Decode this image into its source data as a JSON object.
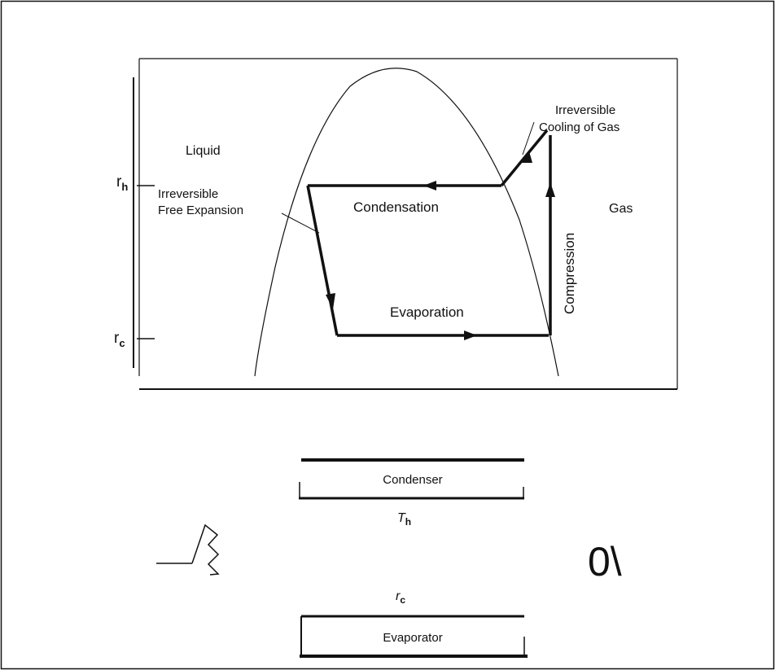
{
  "diagram": {
    "phase_labels": {
      "liquid": "Liquid",
      "gas": "Gas"
    },
    "process_labels": {
      "condensation": "Condensation",
      "evaporation": "Evaporation",
      "compression": "Compression",
      "free_expansion_line1": "Irreversible",
      "free_expansion_line2": "Free Expansion",
      "cooling_line1": "Irreversible",
      "cooling_line2": "Cooling of Gas"
    },
    "axis_ticks": {
      "t_hot": {
        "main": "r",
        "sub": "h"
      },
      "t_cold": {
        "main": "r",
        "sub": "c"
      }
    }
  },
  "components": {
    "condenser_label": "Condenser",
    "condenser_temp": {
      "main": "T",
      "sub": "h"
    },
    "evaporator_label": "Evaporator",
    "evaporator_temp": {
      "main": "r",
      "sub": "c"
    },
    "right_fragment": "0\\"
  },
  "colors": {
    "line": "#111111",
    "background": "#ffffff"
  }
}
